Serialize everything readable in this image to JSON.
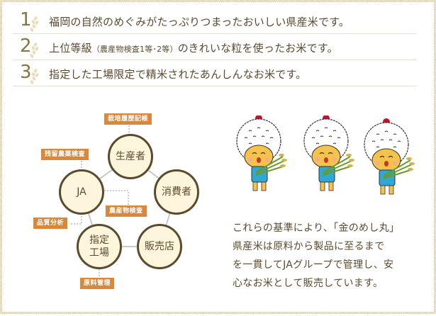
{
  "points": [
    {
      "num": "1",
      "text": "福岡の自然のめぐみがたっぷりつまったおいしい県産米です。"
    },
    {
      "num": "2",
      "text_pre": "上位等級",
      "text_small": "（農産物検査1等･2等）",
      "text_post": "のきれいな粒を使ったお米です。"
    },
    {
      "num": "3",
      "text": "指定した工場限定で精米されたあんしんなお米です。"
    }
  ],
  "diagram": {
    "nodes": {
      "producer": "生産者",
      "ja": "JA",
      "consumer": "消費者",
      "factory_line1": "指定",
      "factory_line2": "工場",
      "retailer": "販売店"
    },
    "tags": {
      "cultivation_record": "栽培履歴記帳",
      "pesticide_test": "残留農薬検査",
      "produce_inspection": "農産物検査",
      "quality_analysis": "品質分析",
      "material_management": "原料管理"
    }
  },
  "characters": {
    "count": 3,
    "name": "金のめし丸"
  },
  "summary": {
    "lines": [
      "これらの基準により、「金のめし丸」",
      "県産米は原料から製品に至るまで",
      "を一貫してJAグループで管理し、安",
      "心なお米として販売しています。"
    ]
  },
  "colors": {
    "text": "#5a4a2e",
    "accent_tag": "#d9883a",
    "node_fill": "#fdf6dc",
    "node_border": "#5a4a2e",
    "number": "#8a7442"
  }
}
